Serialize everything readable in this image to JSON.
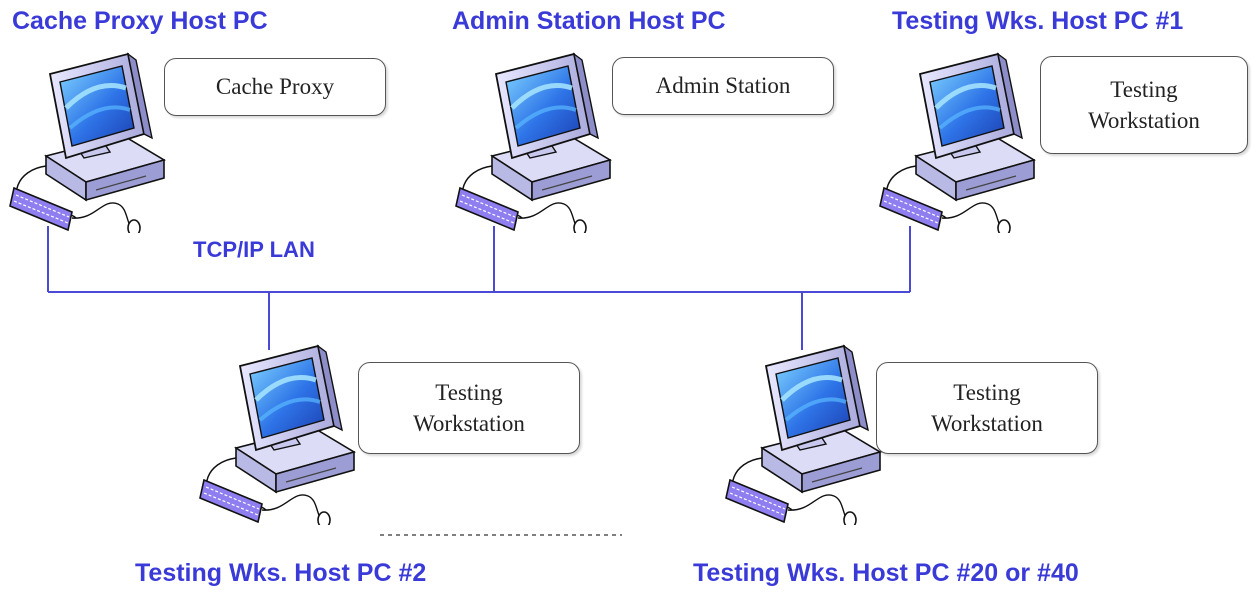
{
  "network": {
    "label": "TCP/IP LAN",
    "line_color": "#4a4ad6"
  },
  "hosts": [
    {
      "title": "Cache Proxy Host PC",
      "role_lines": [
        "Cache Proxy"
      ]
    },
    {
      "title": "Admin Station Host PC",
      "role_lines": [
        "Admin Station"
      ]
    },
    {
      "title": "Testing Wks. Host PC #1",
      "role_lines": [
        "Testing",
        "Workstation"
      ]
    },
    {
      "title": "Testing Wks. Host PC #2",
      "role_lines": [
        "Testing",
        "Workstation"
      ]
    },
    {
      "title": "Testing Wks. Host PC #20 or #40",
      "role_lines": [
        "Testing",
        "Workstation"
      ]
    }
  ],
  "colors": {
    "title_text": "#3a3ad8",
    "screen": "#2e74e8",
    "keyboard": "#8f7ef0"
  },
  "icons": [
    "desktop-computer-icon"
  ]
}
